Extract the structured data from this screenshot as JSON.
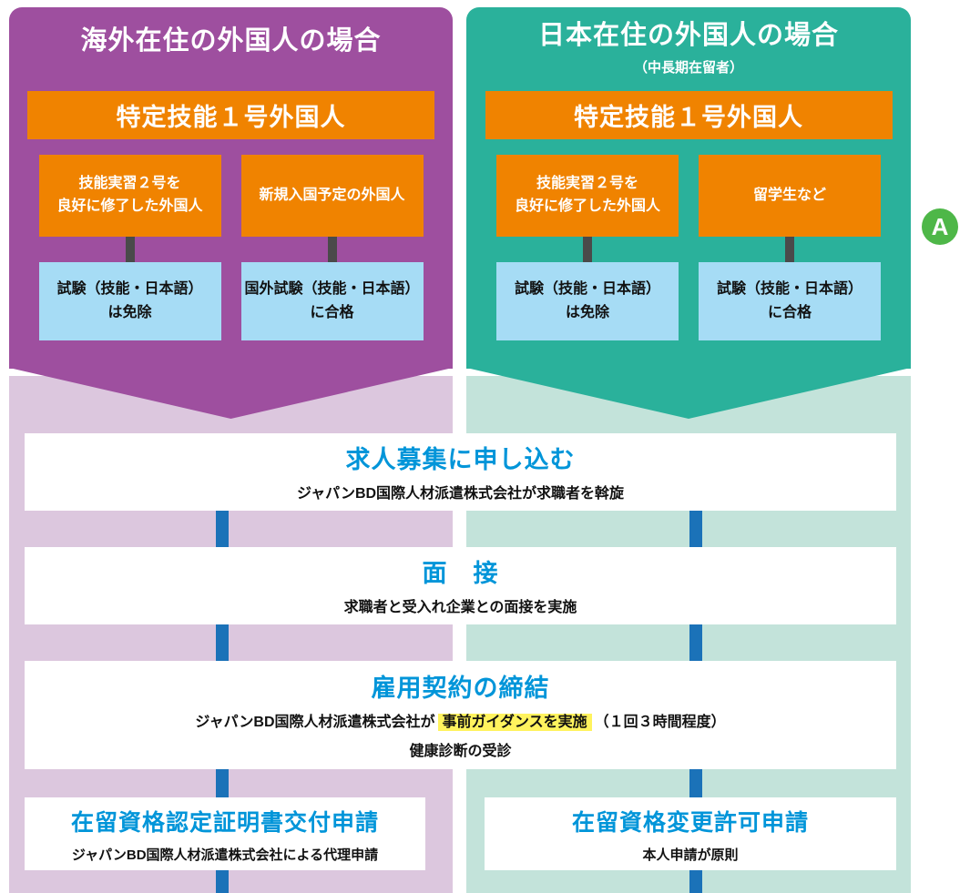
{
  "panels": {
    "overseas": {
      "title": "海外在住の外国人の場合",
      "banner": "特定技能１号外国人",
      "cards": [
        {
          "source": "技能実習２号を\n良好に修了した外国人",
          "requirement": "試験（技能・日本語）\nは免除"
        },
        {
          "source": "新規入国予定の外国人",
          "requirement": "国外試験（技能・日本語）\nに合格"
        }
      ]
    },
    "japan": {
      "title": "日本在住の外国人の場合",
      "subtitle": "（中長期在留者）",
      "banner": "特定技能１号外国人",
      "cards": [
        {
          "source": "技能実習２号を\n良好に修了した外国人",
          "requirement": "試験（技能・日本語）\nは免除"
        },
        {
          "source": "留学生など",
          "requirement": "試験（技能・日本語）\nに合格"
        }
      ]
    }
  },
  "badge": {
    "label": "A"
  },
  "steps": [
    {
      "title": "求人募集に申し込む",
      "desc": "ジャパンBD国際人材派遣株式会社が求職者を斡旋"
    },
    {
      "title": "面　接",
      "desc": "求職者と受入れ企業との面接を実施"
    },
    {
      "title": "雇用契約の締結",
      "desc_pre": "ジャパンBD国際人材派遣株式会社が",
      "desc_highlight": "事前ガイダンスを実施",
      "desc_post": "（１回３時間程度）",
      "desc_line2": "健康診断の受診"
    }
  ],
  "final_steps": {
    "overseas": {
      "title": "在留資格認定証明書交付申請",
      "desc": "ジャパンBD国際人材派遣株式会社による代理申請"
    },
    "japan": {
      "title": "在留資格変更許可申請",
      "desc": "本人申請が原則"
    }
  },
  "colors": {
    "purple": "#9e4f9f",
    "purple_light": "#dcc7de",
    "teal": "#2ab19b",
    "teal_light": "#c3e3da",
    "orange": "#f08300",
    "light_blue": "#a6dcf5",
    "step_title_blue": "#0095d9",
    "connector_blue": "#1b72b8",
    "connector_gray": "#4a4a4a",
    "highlight_yellow": "#fff35e",
    "badge_green": "#4eb748"
  }
}
